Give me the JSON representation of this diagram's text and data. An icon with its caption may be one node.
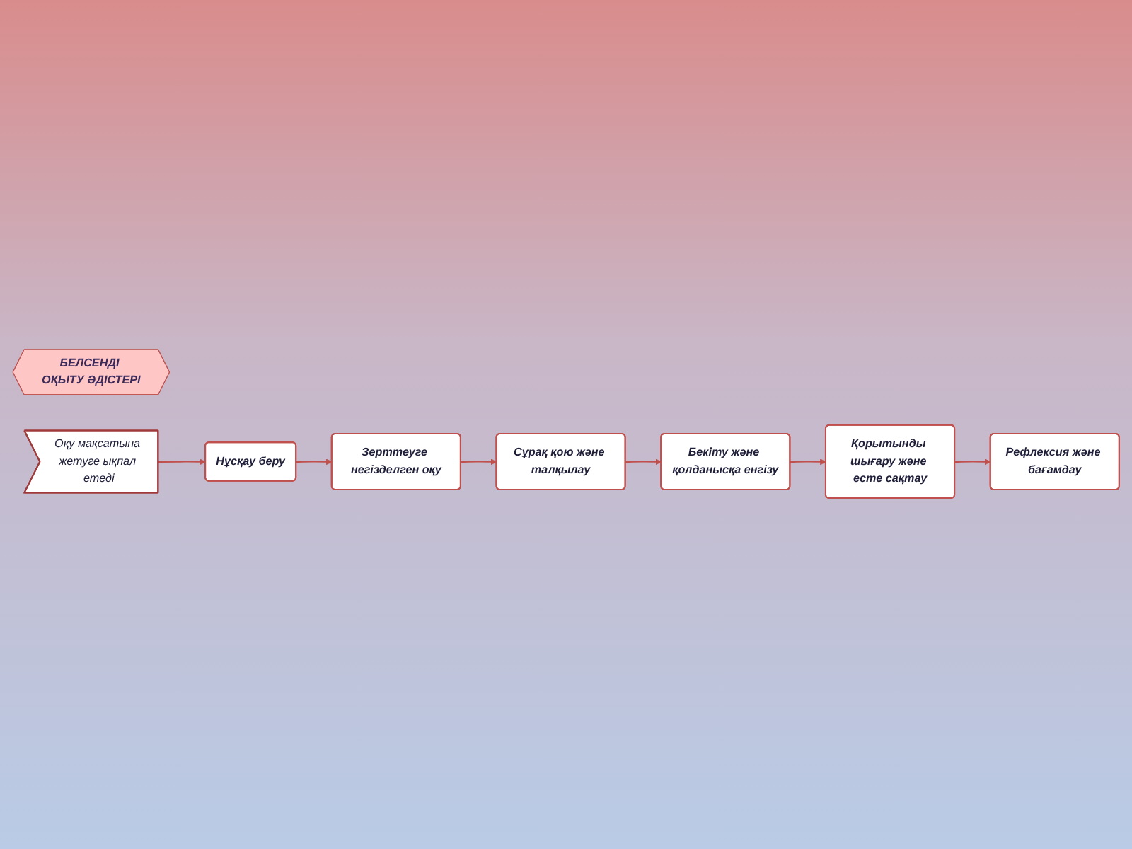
{
  "diagram": {
    "nodes": [
      {
        "text": [
          "БЕЛСЕНДІ ОҚЫТУ ӘДІСТЕРІ"
        ]
      },
      {
        "text": [
          "Оқу мақсатына жетуге ықпал етеді"
        ]
      },
      {
        "text": [
          "Нұсқау беру"
        ]
      },
      {
        "text": [
          "Зерттеуге негізделген оқу"
        ]
      },
      {
        "text": [
          "Сұрақ қою және талқылау"
        ]
      },
      {
        "text": [
          "Бекіту және қолданысқа енгізу"
        ]
      },
      {
        "text": [
          "Қорытынды шығару және есте сақтау"
        ]
      },
      {
        "text": [
          "Рефлексия және бағамдау"
        ]
      }
    ],
    "edges": [
      {
        "from": 1,
        "to": 2,
        "arrow": "to"
      },
      {
        "from": 2,
        "to": 3,
        "arrow": "to"
      },
      {
        "from": 3,
        "to": 4,
        "arrow": "to"
      },
      {
        "from": 4,
        "to": 5,
        "arrow": "to"
      },
      {
        "from": 5,
        "to": 6,
        "arrow": "to"
      },
      {
        "from": 6,
        "to": 7,
        "arrow": "to"
      }
    ]
  }
}
